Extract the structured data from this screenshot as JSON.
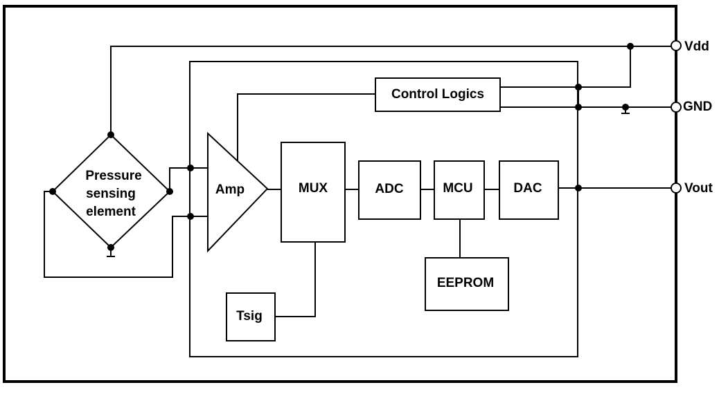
{
  "blocks": {
    "control_logics": "Control Logics",
    "amp": "Amp",
    "mux": "MUX",
    "adc": "ADC",
    "mcu": "MCU",
    "dac": "DAC",
    "eeprom": "EEPROM",
    "tsig": "Tsig"
  },
  "sensor": {
    "line1": "Pressure",
    "line2": "sensing",
    "line3": "element"
  },
  "pins": {
    "vdd": "Vdd",
    "gnd": "GND",
    "vout": "Vout"
  }
}
